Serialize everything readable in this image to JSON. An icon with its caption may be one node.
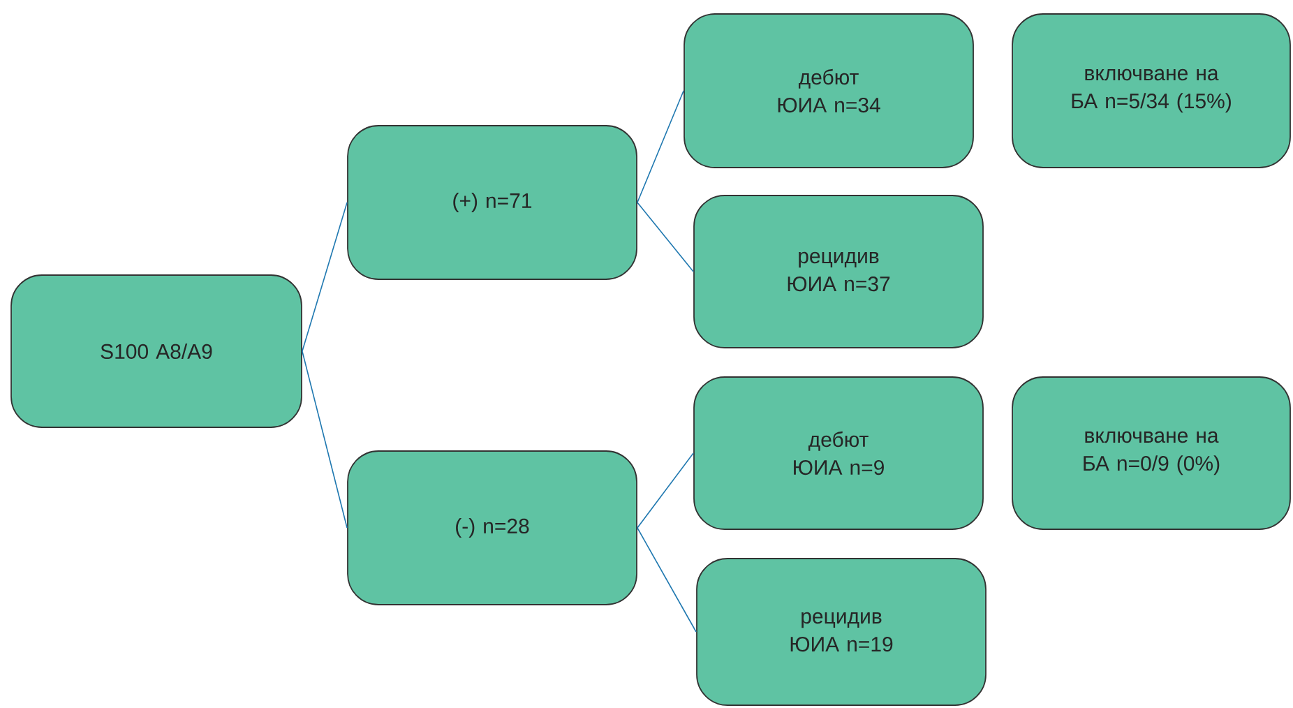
{
  "diagram": {
    "nodes": [
      {
        "text": [
          "S100 A8/A9"
        ]
      },
      {
        "text": [
          "(+) n=71"
        ]
      },
      {
        "text": [
          "(-) n=28"
        ]
      },
      {
        "text": [
          "дебют ЮИА n=34"
        ]
      },
      {
        "text": [
          "включване на БА n=5/34 (15%)"
        ]
      },
      {
        "text": [
          "рецидив ЮИА n=37"
        ]
      },
      {
        "text": [
          "дебют ЮИА n=9"
        ]
      },
      {
        "text": [
          "включване на БА n=0/9 (0%)"
        ]
      },
      {
        "text": [
          "рецидив ЮИА n=19"
        ]
      }
    ],
    "edges": [
      {
        "from": 0,
        "to": 1,
        "arrow": "none"
      },
      {
        "from": 0,
        "to": 2,
        "arrow": "none"
      },
      {
        "from": 1,
        "to": 3,
        "arrow": "none"
      },
      {
        "from": 1,
        "to": 5,
        "arrow": "none"
      },
      {
        "from": 2,
        "to": 6,
        "arrow": "none"
      },
      {
        "from": 2,
        "to": 8,
        "arrow": "none"
      }
    ]
  }
}
